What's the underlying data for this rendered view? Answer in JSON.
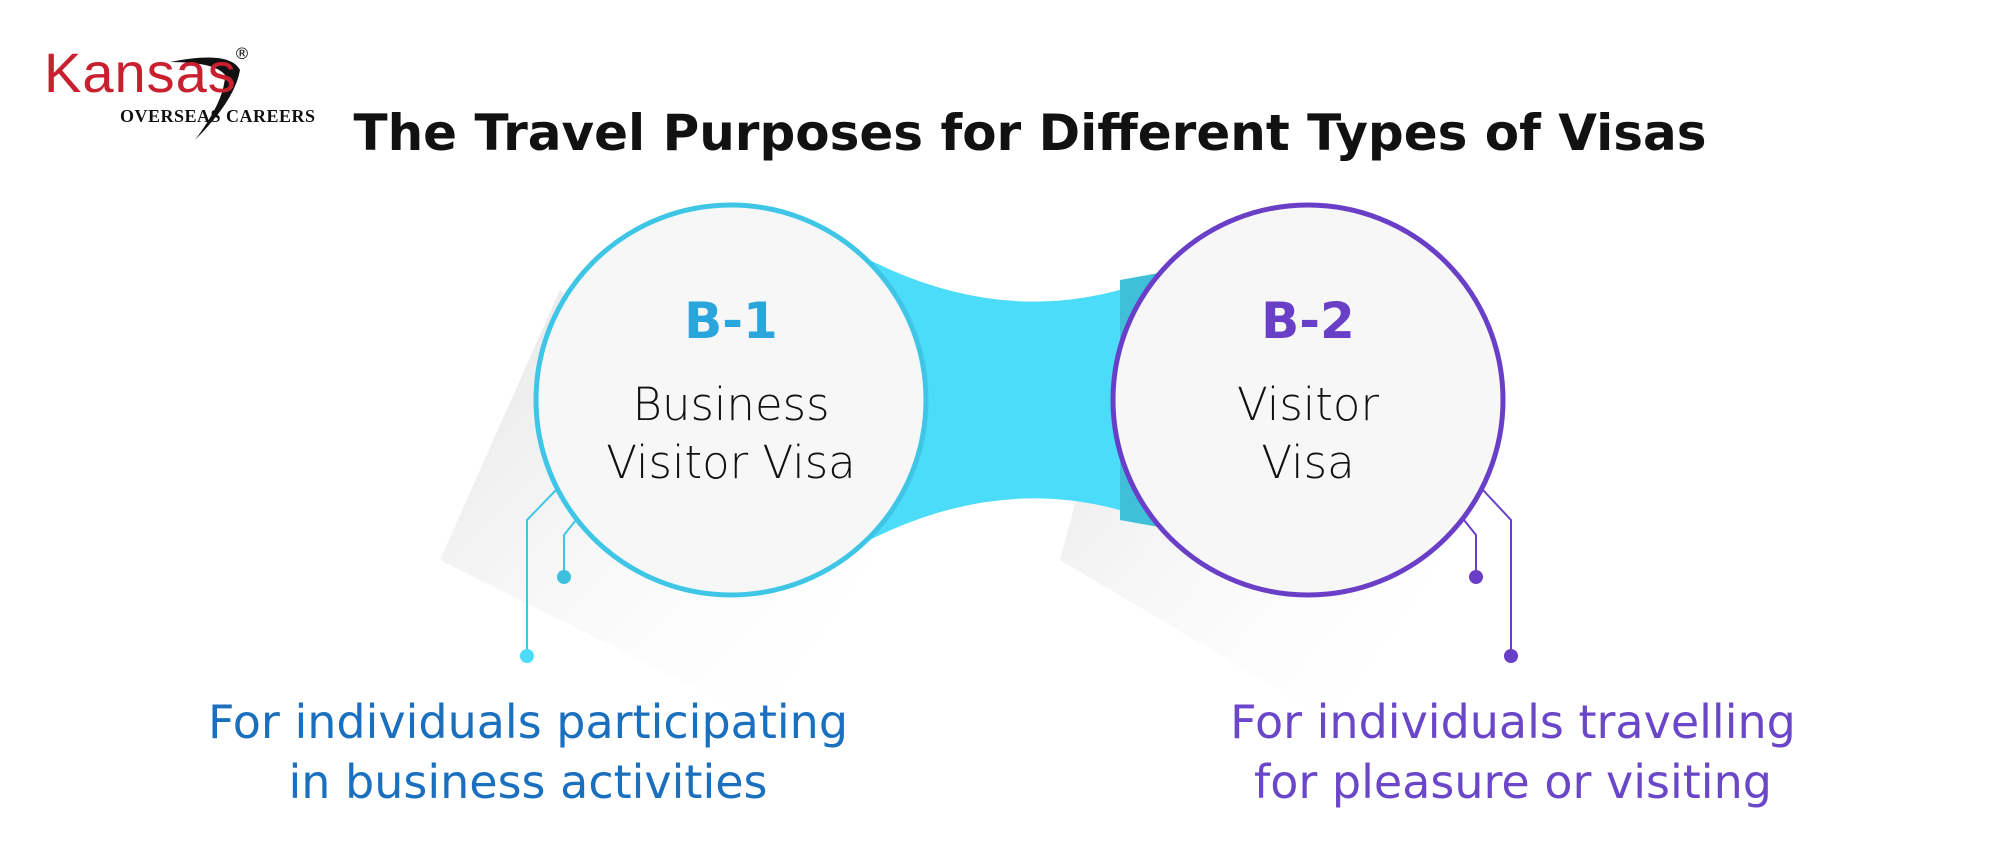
{
  "logo": {
    "brand": "Kansas",
    "tagline": "Overseas Careers",
    "registered": "®"
  },
  "title": "The Travel Purposes for Different Types of Visas",
  "visas": [
    {
      "code": "B-1",
      "name_line1": "Business",
      "name_line2": "Visitor Visa",
      "desc_line1": "For individuals participating",
      "desc_line2": "in business activities",
      "accent": "#2aa6dd",
      "border": "#3fc6e6",
      "desc_color": "#1a6fbf"
    },
    {
      "code": "B-2",
      "name_line1": "Visitor",
      "name_line2": "Visa",
      "desc_line1": "For individuals travelling",
      "desc_line2": "for pleasure or visiting",
      "accent": "#6a3fc8",
      "border": "#6a3fc8",
      "desc_color": "#6a46c8"
    }
  ],
  "colors": {
    "connector": "#4adcf8"
  }
}
